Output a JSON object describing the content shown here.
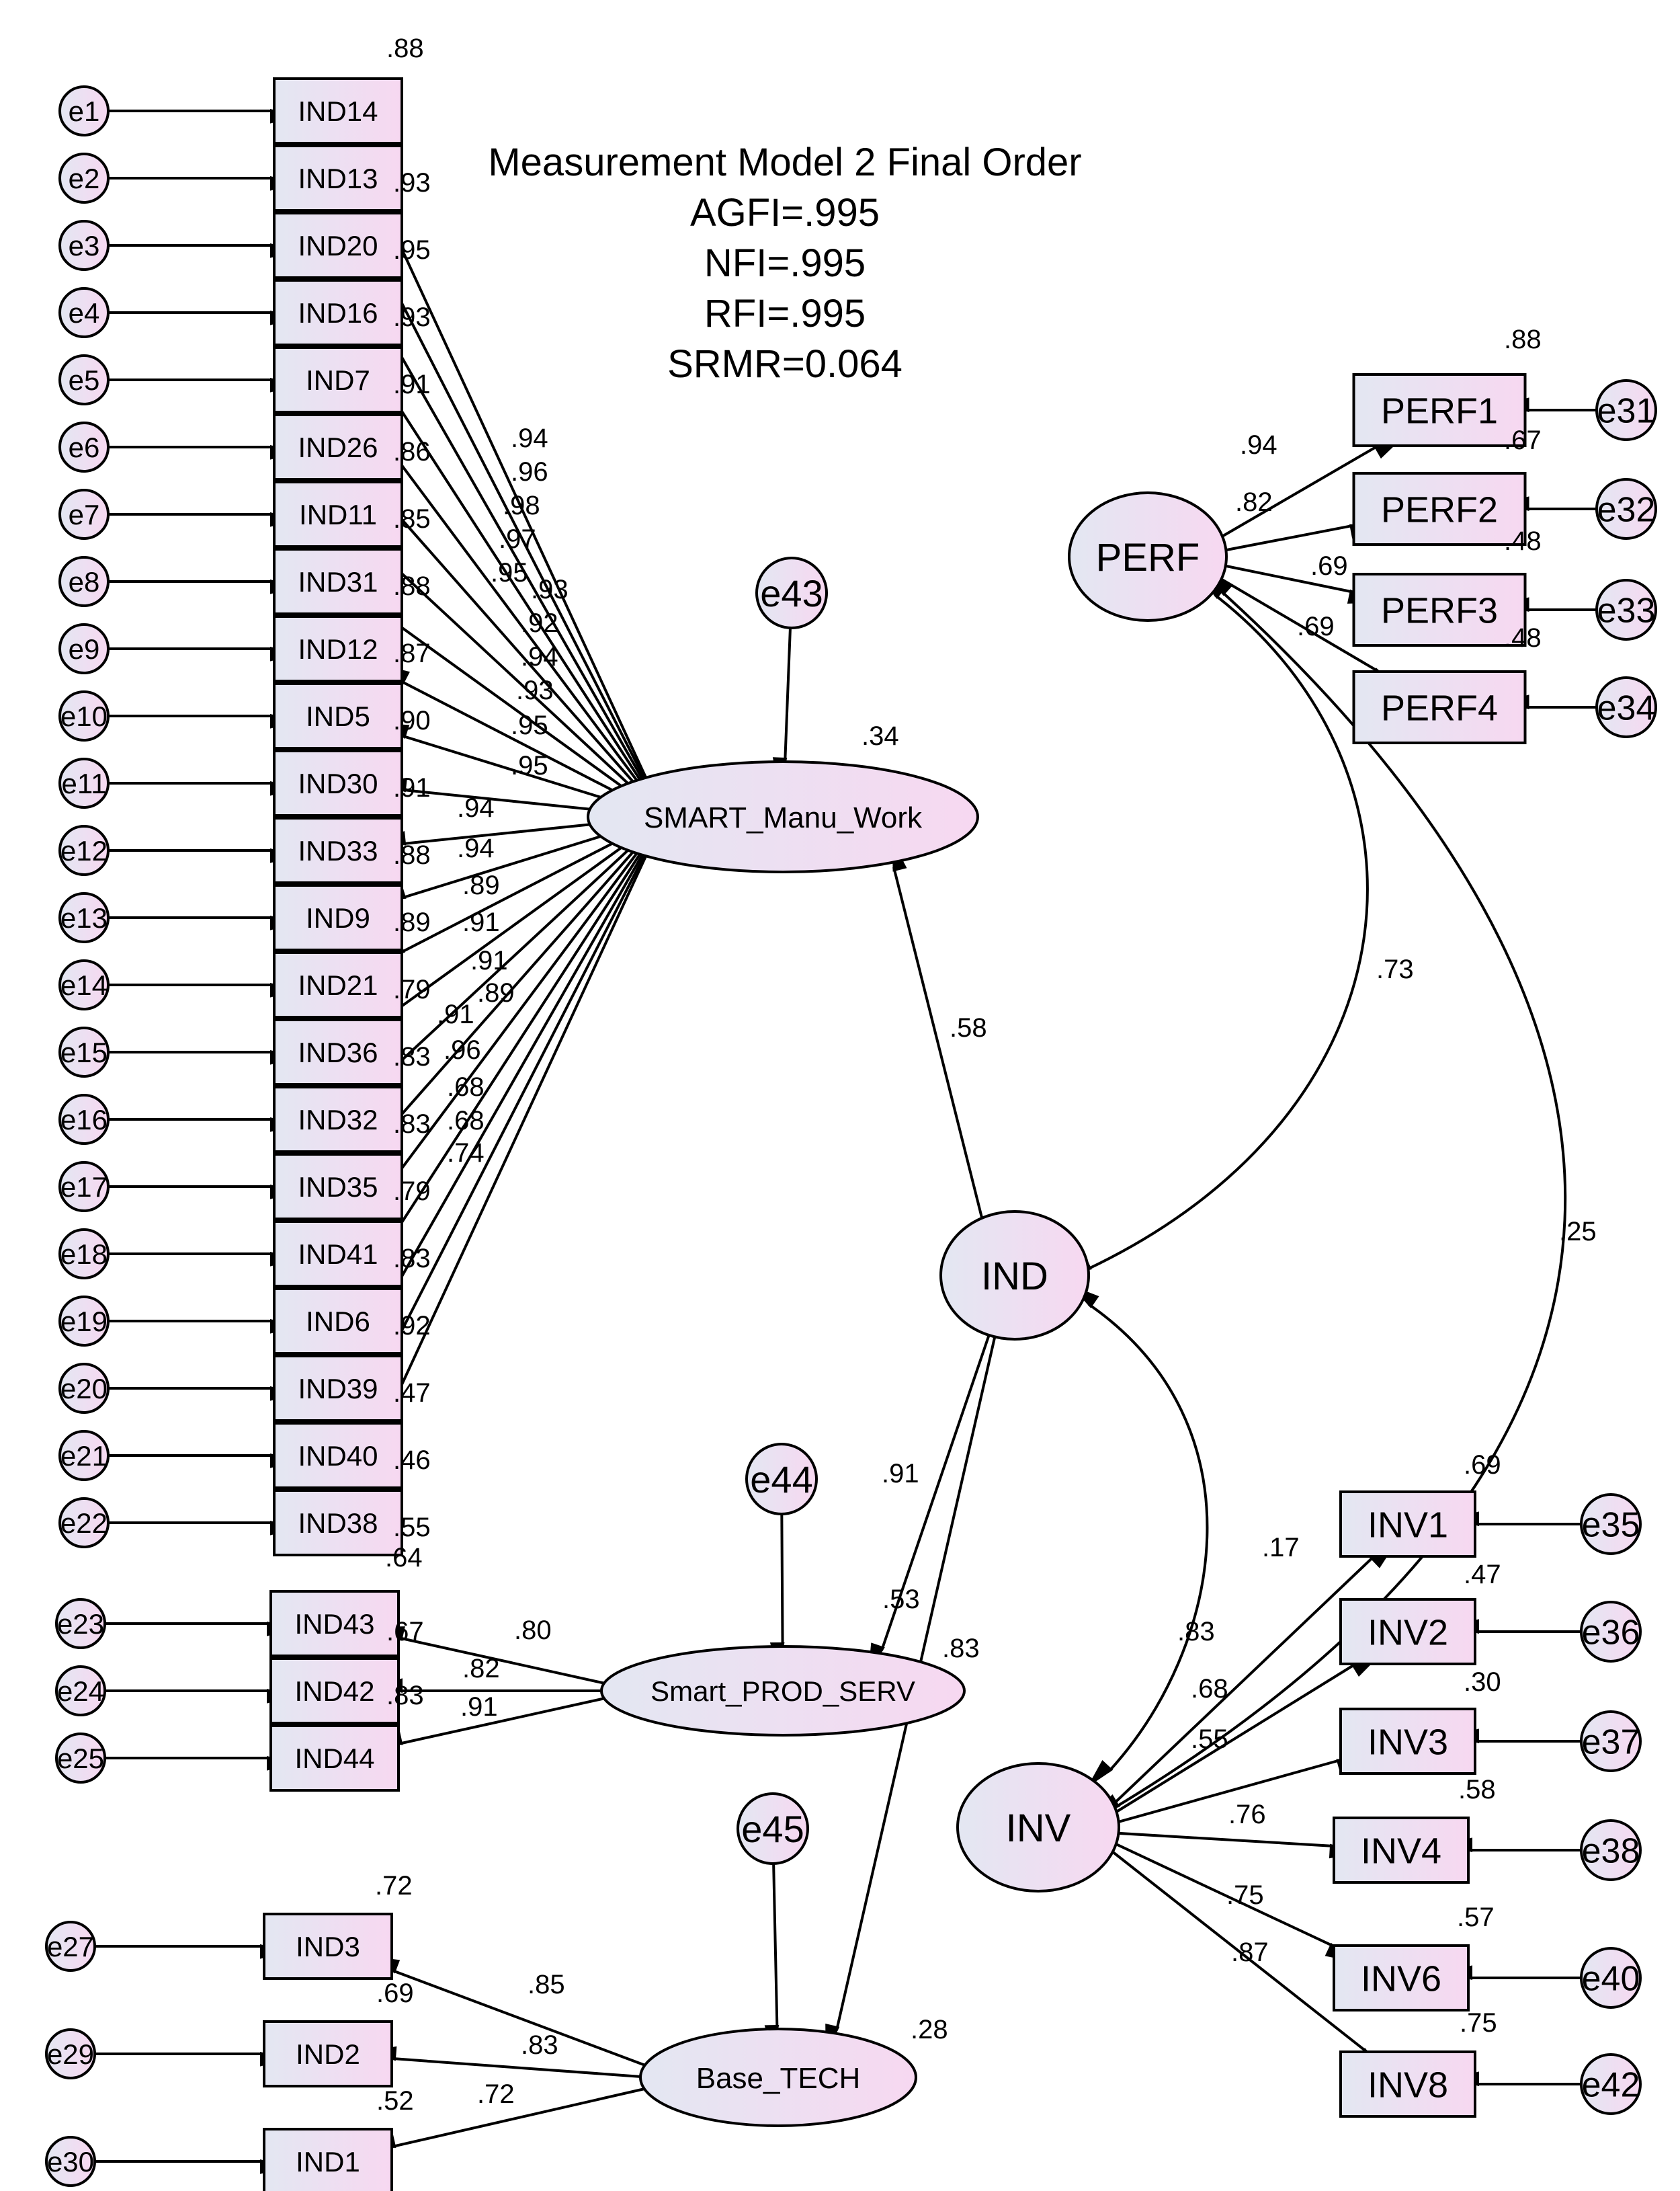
{
  "header": {
    "title": "Measurement Model 2 Final Order",
    "stats": [
      "AGFI=.995",
      "NFI=.995",
      "RFI=.995",
      "SRMR=0.064"
    ]
  },
  "colors": {
    "fill_start": "#e3e7f2",
    "fill_end": "#f7d8f1",
    "stroke": "#000000"
  },
  "errors": [
    "e1",
    "e2",
    "e3",
    "e4",
    "e5",
    "e6",
    "e7",
    "e8",
    "e9",
    "e10",
    "e11",
    "e12",
    "e13",
    "e14",
    "e15",
    "e16",
    "e17",
    "e18",
    "e19",
    "e20",
    "e21",
    "e22",
    "e23",
    "e24",
    "e25",
    "e27",
    "e29",
    "e30",
    "e31",
    "e32",
    "e33",
    "e34",
    "e35",
    "e36",
    "e37",
    "e38",
    "e40",
    "e42",
    "e43",
    "e44",
    "e45"
  ],
  "indicators": [
    "IND14",
    "IND13",
    "IND20",
    "IND16",
    "IND7",
    "IND26",
    "IND11",
    "IND31",
    "IND12",
    "IND5",
    "IND30",
    "IND33",
    "IND9",
    "IND21",
    "IND36",
    "IND32",
    "IND35",
    "IND41",
    "IND6",
    "IND39",
    "IND40",
    "IND38",
    "IND43",
    "IND42",
    "IND44",
    "IND3",
    "IND2",
    "IND1",
    "PERF1",
    "PERF2",
    "PERF3",
    "PERF4",
    "INV1",
    "INV2",
    "INV3",
    "INV4",
    "INV6",
    "INV8"
  ],
  "latents": [
    "SMART_Manu_Work",
    "Smart_PROD_SERV",
    "Base_TECH",
    "PERF",
    "IND",
    "INV"
  ],
  "loadings": [
    ".94",
    ".96",
    ".98",
    ".97",
    ".95",
    ".93",
    ".92",
    ".94",
    ".93",
    ".95",
    ".95",
    ".94",
    ".94",
    ".89",
    ".91",
    ".91",
    ".89",
    ".91",
    ".96",
    ".68",
    ".68",
    ".74",
    ".80",
    ".82",
    ".91",
    ".85",
    ".83",
    ".72",
    ".94",
    ".82",
    ".69",
    ".69",
    ".17",
    ".83",
    ".68",
    ".55",
    ".76",
    ".75",
    ".87"
  ],
  "r2": [
    ".88",
    ".93",
    ".95",
    ".93",
    ".91",
    ".86",
    ".85",
    ".88",
    ".87",
    ".90",
    ".91",
    ".88",
    ".89",
    ".79",
    ".83",
    ".83",
    ".79",
    ".83",
    ".92",
    ".47",
    ".46",
    ".55",
    ".64",
    ".67",
    ".83",
    ".72",
    ".69",
    ".52",
    ".88",
    ".67",
    ".48",
    ".48",
    ".69",
    ".47",
    ".30",
    ".58",
    ".57",
    ".75",
    ".34",
    ".28"
  ],
  "paths": [
    ".58",
    ".91",
    ".53",
    ".83"
  ],
  "covariances": [
    ".73",
    ".25"
  ]
}
